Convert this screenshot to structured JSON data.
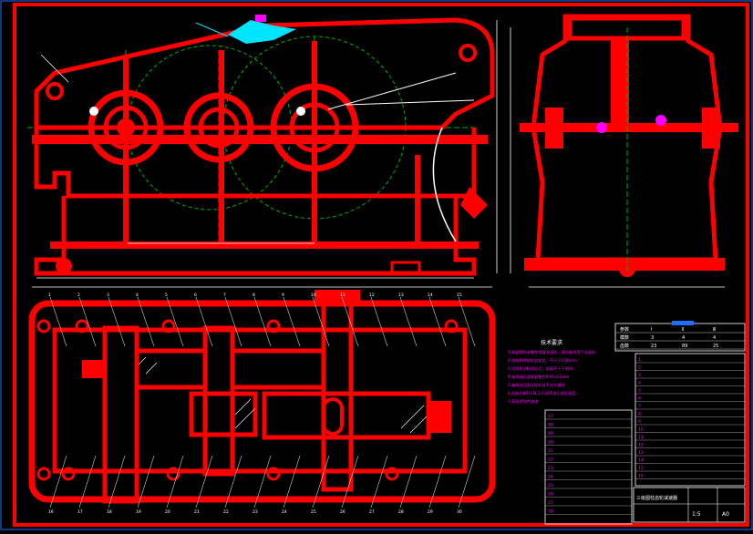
{
  "canvas": {
    "background": "#000000",
    "part_color": "#ff0000",
    "frame_color": "#1f6fff",
    "dim_color": "#ffffff",
    "center_color": "#00b000",
    "leader_color": "#00e5ff",
    "highlight_color": "#ff00ff"
  },
  "views": {
    "front": "front-elevation",
    "side": "side-elevation",
    "plan": "top-section"
  },
  "notes": {
    "title": "技术要求",
    "lines": [
      "1.装配前所有零件用煤油清洗，滚动轴承用汽油清洗",
      "2.啮合侧隙用铅丝检验，不小于0.16mm",
      "3.用涂色法检验斑点，齿高不小于40%",
      "4.轴承轴向游隙调整为0.05-0.1mm",
      "5.箱体剖分面及密封处不允许漏油",
      "6.机座内装L-CKC220润滑油至规定高度",
      "7.表面涂灰色油漆"
    ]
  },
  "char_table": {
    "header": [
      "参数",
      "Ⅰ",
      "Ⅱ",
      "Ⅲ"
    ],
    "rows": [
      [
        "模数",
        "3",
        "4",
        "4"
      ],
      [
        "齿数",
        "23",
        "89",
        "25"
      ]
    ]
  },
  "parts_list": {
    "rows": [
      "1",
      "2",
      "3",
      "4",
      "5",
      "6",
      "7",
      "8",
      "9",
      "10",
      "11",
      "12",
      "13",
      "14",
      "15",
      "16",
      "17",
      "18",
      "19",
      "20",
      "21",
      "22",
      "23",
      "24",
      "25",
      "26",
      "27",
      "28"
    ]
  },
  "title_block": {
    "name": "三级圆柱齿轮减速器",
    "scale": "1:5",
    "sheet": "A0"
  },
  "balloons": [
    "1",
    "2",
    "3",
    "4",
    "5",
    "6",
    "7",
    "8",
    "9",
    "10",
    "11",
    "12",
    "13",
    "14",
    "15",
    "16",
    "17",
    "18",
    "19",
    "20",
    "21",
    "22",
    "23",
    "24",
    "25",
    "26",
    "27",
    "28",
    "29",
    "30"
  ]
}
